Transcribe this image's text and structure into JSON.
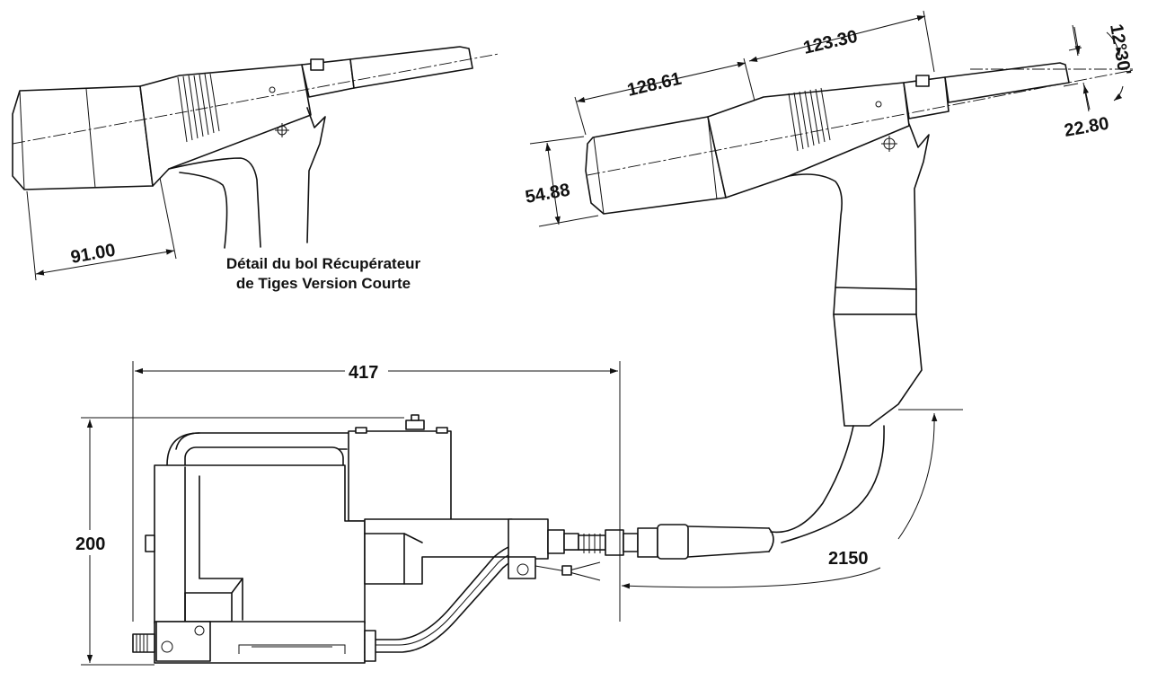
{
  "detail_caption": {
    "line1": "Détail du bol Récupérateur",
    "line2": "de Tiges Version Courte"
  },
  "dimensions": {
    "short_bowl_length": "91.00",
    "bowl_length": "128.61",
    "front_length": "123.30",
    "nose_angle": "12°30'",
    "nose_diameter": "22.80",
    "body_diameter": "54.88",
    "unit_width": "417",
    "unit_height": "200",
    "hose_length": "2150"
  },
  "colors": {
    "line": "#111111",
    "background": "#ffffff"
  }
}
